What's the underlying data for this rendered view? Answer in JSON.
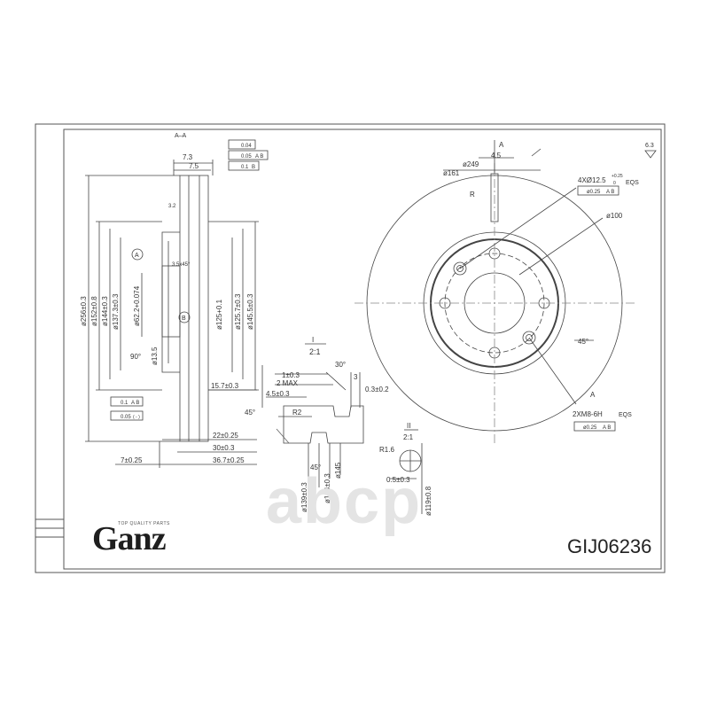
{
  "title_block": {
    "brand": "Ganz",
    "tagline": "TOP QUALITY PARTS",
    "part_number": "GIJ06236",
    "watermark": "abcp"
  },
  "section_views": {
    "section_aa": "A–A",
    "detail_i_label": "I",
    "detail_i_scale": "2:1",
    "detail_ii_label": "II",
    "detail_ii_scale": "2:1"
  },
  "tolerances": {
    "flatness": "0.04",
    "runout": "0.05",
    "runout_ref": "A B",
    "parallelism": "0.1",
    "parallelism_ref": "B",
    "runout_a": "0.1",
    "runout_a_ref": "A B",
    "runout_b": "0.05",
    "runout_b_ref": "( - )",
    "position_holes": "ø0.25",
    "position_holes_ref": "A B",
    "position_thread": "ø0.25",
    "position_thread_ref": "A B",
    "surface_finish": "6.3",
    "roughness": "3.2"
  },
  "dimensions": {
    "thickness_73": "7.3",
    "thickness_75": "7.5",
    "chamfer": "3.5x45°",
    "d256": "ø256±0.3",
    "d152": "ø152±0.8",
    "d144": "ø144±0.3",
    "d137": "ø137.3±0.3",
    "d62": "ø62.2+0.074",
    "d135": "ø13.5",
    "angle90": "90°",
    "d125": "ø125+0.1",
    "d1257": "ø125.7±0.3",
    "d1455": "ø145.5±0.3",
    "d157": "15.7±0.3",
    "d22": "22±0.25",
    "d30": "30±0.3",
    "d367": "36.7±0.25",
    "d7": "7±0.25",
    "d249": "ø249",
    "d161": "ø161",
    "d45": "4.5",
    "r_label": "R",
    "holes": "4XØ12.5",
    "holes_tol": "+0.25",
    "holes_tol_lower": "0",
    "eqs": "EQS",
    "d100": "ø100",
    "angle45": "45°",
    "thread": "2XM8-6H",
    "eqs2": "EQS",
    "det_1": "1±0.3",
    "det_2max": "2 MAX",
    "det_45": "4.5±0.3",
    "det_30deg": "30°",
    "det_3": "3",
    "det_03": "0.3±0.2",
    "det_45deg": "45°",
    "det_45deg_b": "45°",
    "det_r2": "R2",
    "det_139": "ø139±0.3",
    "det_134": "ø134±0.3",
    "det_145": "ø145",
    "det_r16": "R1.6",
    "det_05": "0.5±0.3",
    "det_119": "ø119±0.8"
  },
  "datum_labels": {
    "a": "A",
    "b": "B"
  }
}
